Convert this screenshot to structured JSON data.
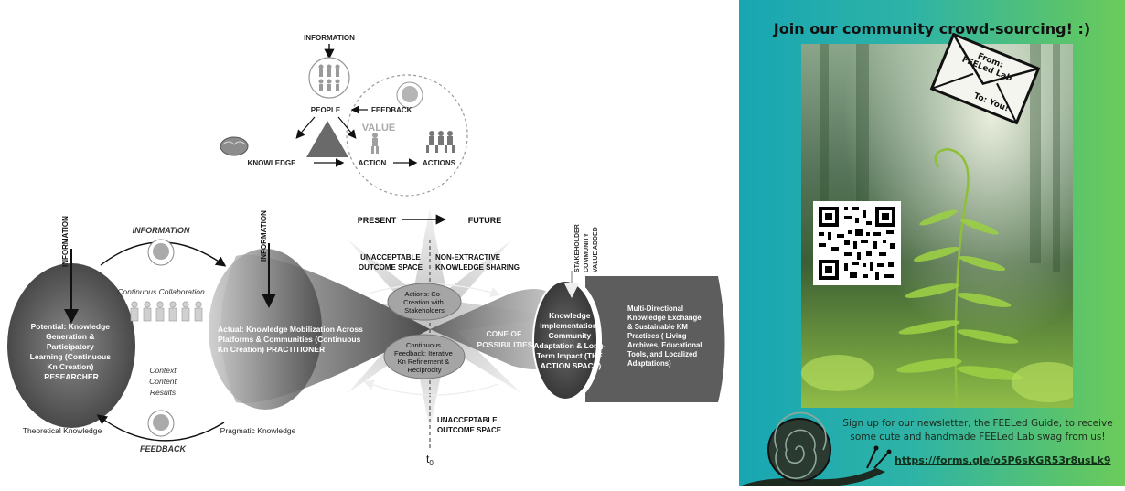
{
  "triangle": {
    "information": "INFORMATION",
    "people": "PEOPLE",
    "feedback": "FEEDBACK",
    "value": "VALUE",
    "knowledge": "KNOWLEDGE",
    "action": "ACTION",
    "actions": "ACTIONS"
  },
  "cycle": {
    "information_top": "INFORMATION",
    "continuous_collaboration": "Continuous Collaboration",
    "context": "Context",
    "content": "Content",
    "results": "Results",
    "feedback_bottom": "FEEDBACK",
    "theoretical_knowledge": "Theoretical Knowledge",
    "pragmatic_knowledge": "Pragmatic Knowledge",
    "info_arrow_left": "INFORMATION",
    "info_arrow_mid": "INFORMATION"
  },
  "researcher": {
    "lines": [
      "Potential: Knowledge",
      "Generation &",
      "Participatory",
      "Learning (Continuous",
      "Kn Creation)",
      "RESEARCHER"
    ]
  },
  "practitioner": {
    "lines": [
      "Actual: Knowledge Mobilization Across",
      "Platforms & Communities (Continuous",
      "Kn Creation) PRACTITIONER"
    ]
  },
  "time": {
    "present": "PRESENT",
    "future": "FUTURE",
    "t0": "t",
    "t0_sub": "0"
  },
  "cone": {
    "unacceptable_top": [
      "UNACCEPTABLE",
      "OUTCOME SPACE"
    ],
    "non_extractive": [
      "NON-EXTRACTIVE",
      "KNOWLEDGE SHARING"
    ],
    "actions_cocreation": [
      "Actions: Co-",
      "Creation with",
      "Stakeholders"
    ],
    "cone_of_possibilities": [
      "CONE OF",
      "POSSIBILITIES"
    ],
    "continuous_feedback": [
      "Continuous",
      "Feedback: Iterative",
      "Kn Refinement &",
      "Reciprocity"
    ],
    "unacceptable_bottom": [
      "UNACCEPTABLE",
      "OUTCOME SPACE"
    ],
    "stakeholder": [
      "STAKEHOLDER",
      "COMMUNITY",
      "VALUE ADDED"
    ]
  },
  "impact": {
    "lines": [
      "Knowledge",
      "Implementation,",
      "Community",
      "Adaptation & Long-",
      "Term Impact (THE",
      "ACTION SPACE)"
    ]
  },
  "exchange": {
    "lines": [
      "Multi-Directional",
      "Knowledge Exchange",
      "& Sustainable KM",
      "Practices ( Living",
      "Archives, Educational",
      "Tools, and Localized",
      "Adaptations)"
    ]
  },
  "promo": {
    "title": "Join our community crowd-sourcing! :)",
    "envelope_from": [
      "From:",
      "FEELed Lab"
    ],
    "envelope_to": "To: You!",
    "text": "Sign up for our newsletter, the FEELed Guide, to receive some cute and handmade FEELed Lab swag from us!",
    "link": "https://forms.gle/o5P6sKGR53r8usLk9",
    "accent": "#18a6b3",
    "accent2": "#6ccb5a"
  },
  "icons": [
    "people-group-icon",
    "head-icon",
    "brain-icon",
    "walking-person-icon",
    "running-people-icon",
    "qr-code-icon",
    "envelope-icon",
    "snail-icon",
    "fern-photo"
  ]
}
